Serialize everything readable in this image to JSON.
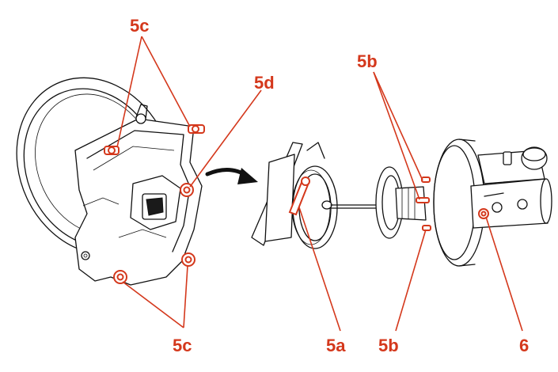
{
  "labels": {
    "c_top": "5c",
    "d": "5d",
    "b_top": "5b",
    "c_bottom": "5c",
    "a": "5a",
    "b_bottom": "5b",
    "six": "6"
  },
  "colors": {
    "callout": "#d4381c",
    "line_art": "#111111"
  }
}
